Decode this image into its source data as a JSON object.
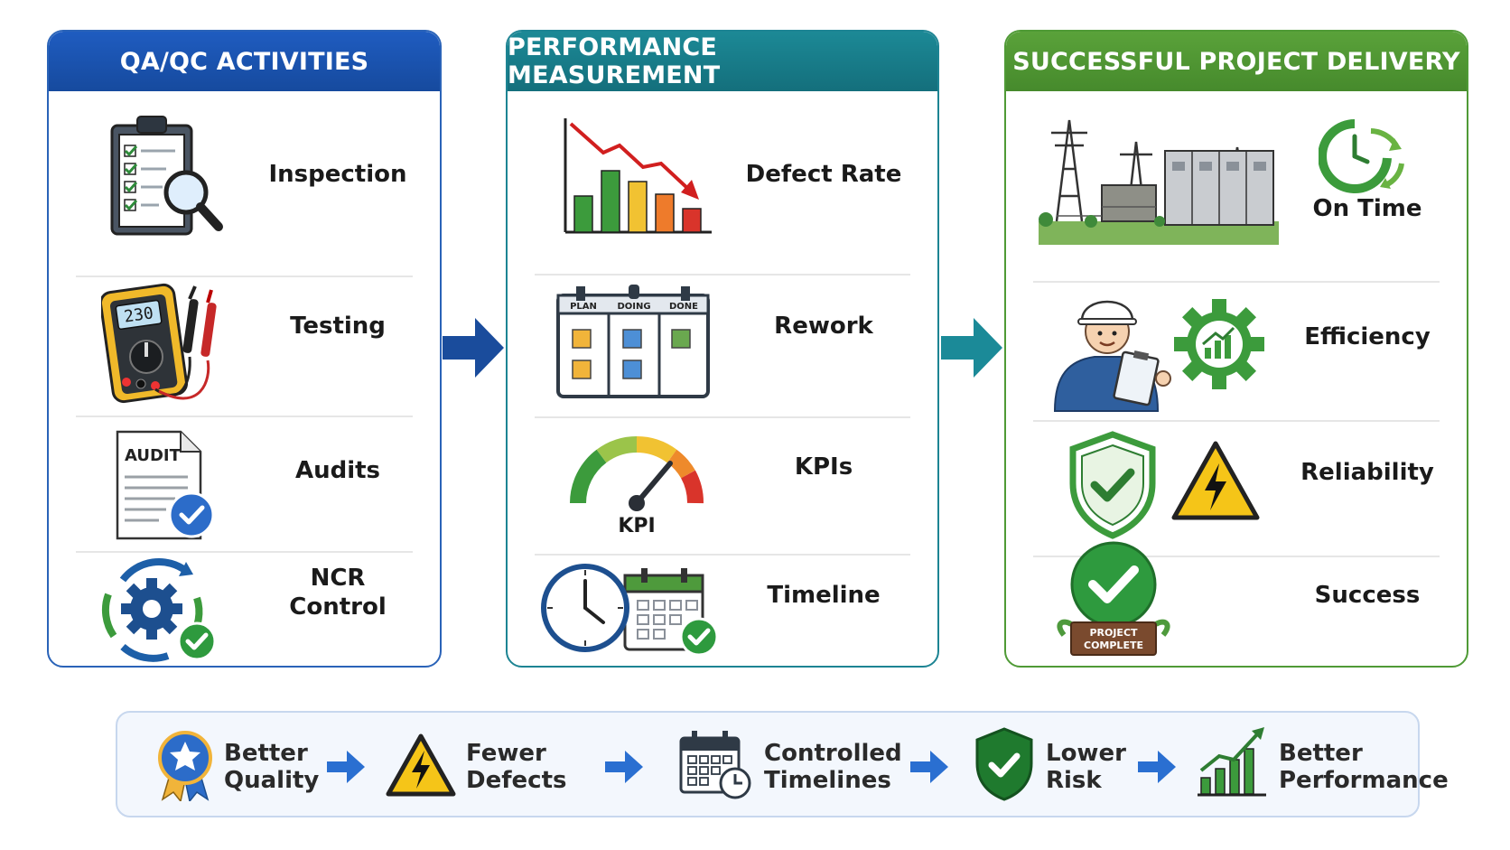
{
  "panels": [
    {
      "title": "QA/QC ACTIVITIES",
      "items": [
        {
          "label": "Inspection",
          "icon": "clipboard-magnifier-icon"
        },
        {
          "label": "Testing",
          "icon": "multimeter-icon",
          "display": "230"
        },
        {
          "label": "Audits",
          "icon": "audit-document-icon",
          "tag": "AUDIT"
        },
        {
          "label": "NCR\nControl",
          "icon": "gear-cycle-check-icon"
        }
      ]
    },
    {
      "title": "PERFORMANCE MEASUREMENT",
      "items": [
        {
          "label": "Defect Rate",
          "icon": "declining-bar-chart-icon"
        },
        {
          "label": "Rework",
          "icon": "kanban-board-icon",
          "columns": [
            "PLAN",
            "DOING",
            "DONE"
          ]
        },
        {
          "label": "KPIs",
          "icon": "kpi-gauge-icon",
          "tag": "KPI"
        },
        {
          "label": "Timeline",
          "icon": "clock-calendar-icon"
        }
      ]
    },
    {
      "title": "SUCCESSFUL PROJECT DELIVERY",
      "items": [
        {
          "label": "On Time",
          "icon": "clock-refresh-icon",
          "scene": "substation-illustration"
        },
        {
          "label": "Efficiency",
          "icon": "growth-gear-icon",
          "scene": "engineer-illustration"
        },
        {
          "label": "Reliability",
          "icon": "high-voltage-warning-icon",
          "scene": "shield-check-icon"
        },
        {
          "label": "Success",
          "icon": "project-complete-badge-icon",
          "tag": "PROJECT\nCOMPLETE"
        }
      ]
    }
  ],
  "benefits": [
    {
      "line1": "Better",
      "line2": "Quality",
      "icon": "award-ribbon-icon"
    },
    {
      "line1": "Fewer",
      "line2": "Defects",
      "icon": "warning-triangle-icon"
    },
    {
      "line1": "Controlled",
      "line2": "Timelines",
      "icon": "calendar-clock-icon"
    },
    {
      "line1": "Lower",
      "line2": "Risk",
      "icon": "shield-check-icon"
    },
    {
      "line1": "Better",
      "line2": "Performance",
      "icon": "growth-chart-icon"
    }
  ],
  "colors": {
    "qa_header": "#1f5cc0",
    "perf_header": "#1c8996",
    "delivery_header": "#5aa23a",
    "arrow_blue": "#1a4c9c",
    "arrow_teal": "#1b8a98",
    "strip_arrow": "#2a6fd1"
  }
}
